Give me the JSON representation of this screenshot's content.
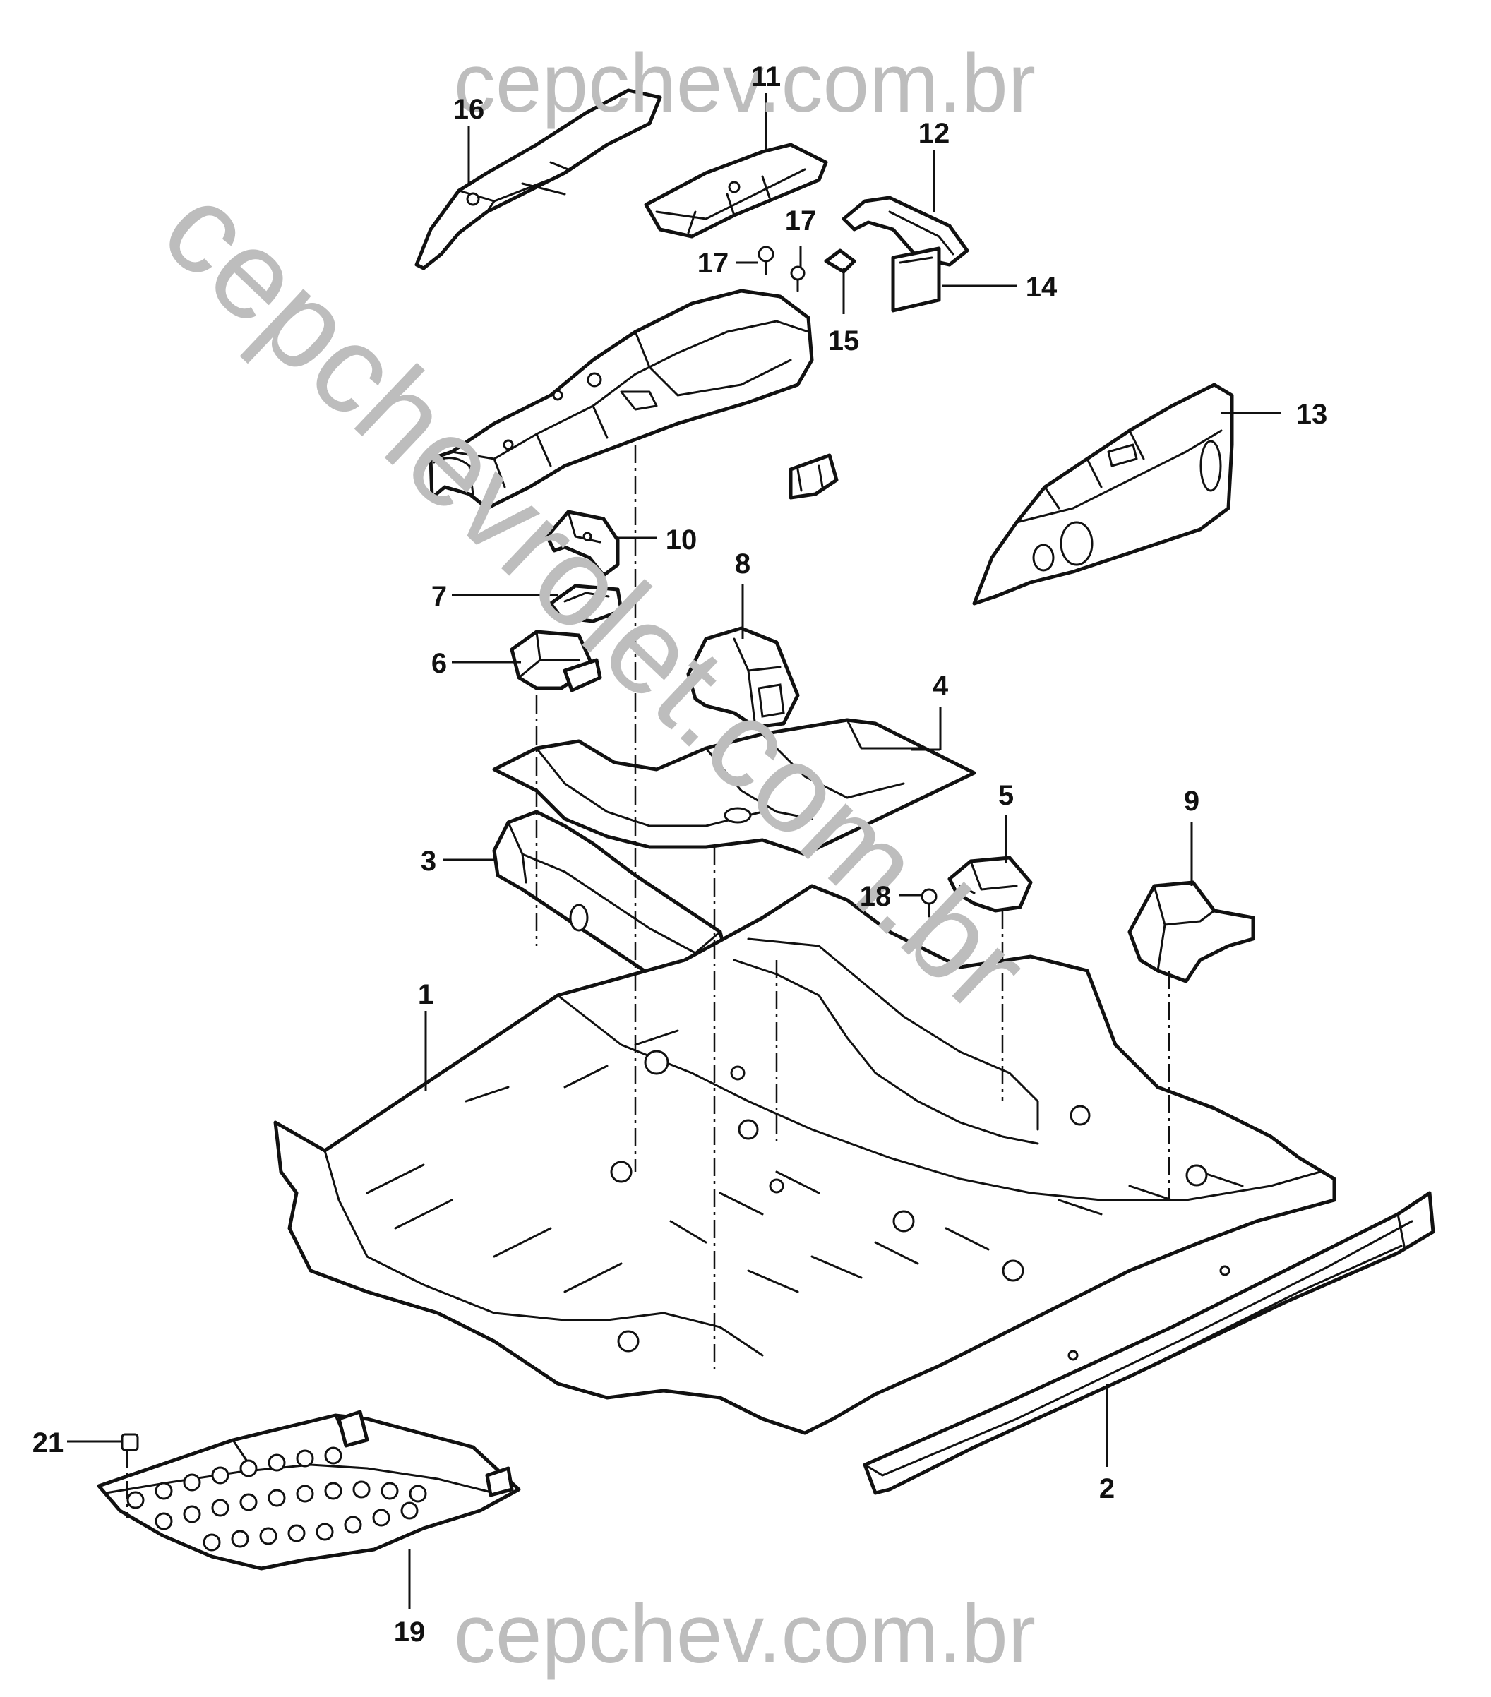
{
  "watermark": {
    "top": "cepchev.com.br",
    "bottom": "cepchev.com.br",
    "diagonal": "cepchevrolet.com.br"
  },
  "callouts": [
    {
      "id": "1",
      "label": "1"
    },
    {
      "id": "2",
      "label": "2"
    },
    {
      "id": "3",
      "label": "3"
    },
    {
      "id": "4",
      "label": "4"
    },
    {
      "id": "5",
      "label": "5"
    },
    {
      "id": "6",
      "label": "6"
    },
    {
      "id": "7",
      "label": "7"
    },
    {
      "id": "8",
      "label": "8"
    },
    {
      "id": "9",
      "label": "9"
    },
    {
      "id": "10",
      "label": "10"
    },
    {
      "id": "11",
      "label": "11"
    },
    {
      "id": "12",
      "label": "12"
    },
    {
      "id": "13",
      "label": "13"
    },
    {
      "id": "14",
      "label": "14"
    },
    {
      "id": "15",
      "label": "15"
    },
    {
      "id": "16",
      "label": "16"
    },
    {
      "id": "17a",
      "label": "17"
    },
    {
      "id": "17b",
      "label": "17"
    },
    {
      "id": "18",
      "label": "18"
    },
    {
      "id": "19",
      "label": "19"
    },
    {
      "id": "21",
      "label": "21"
    }
  ]
}
